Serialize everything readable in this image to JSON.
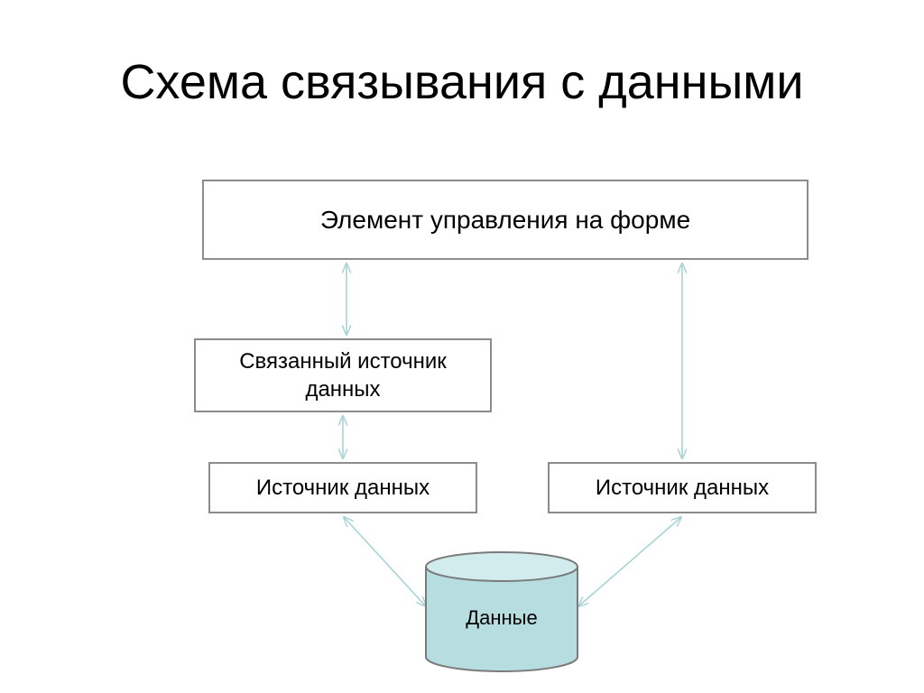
{
  "title": "Схема связывания с данными",
  "nodes": {
    "control": "Элемент управления на форме",
    "bound_source": "Связанный источник данных",
    "source_left": "Источник данных",
    "source_right": "Источник данных",
    "data": "Данные"
  },
  "edges": [
    {
      "from": "control",
      "to": "bound_source",
      "direction": "both"
    },
    {
      "from": "bound_source",
      "to": "source_left",
      "direction": "both"
    },
    {
      "from": "control",
      "to": "source_right",
      "direction": "both"
    },
    {
      "from": "source_left",
      "to": "data",
      "direction": "both"
    },
    {
      "from": "source_right",
      "to": "data",
      "direction": "both"
    }
  ],
  "colors": {
    "box_border": "#8c8c8c",
    "arrow": "#a8d4d6",
    "cylinder_fill": "#b6dde0",
    "cylinder_stroke": "#7a7a7a"
  }
}
